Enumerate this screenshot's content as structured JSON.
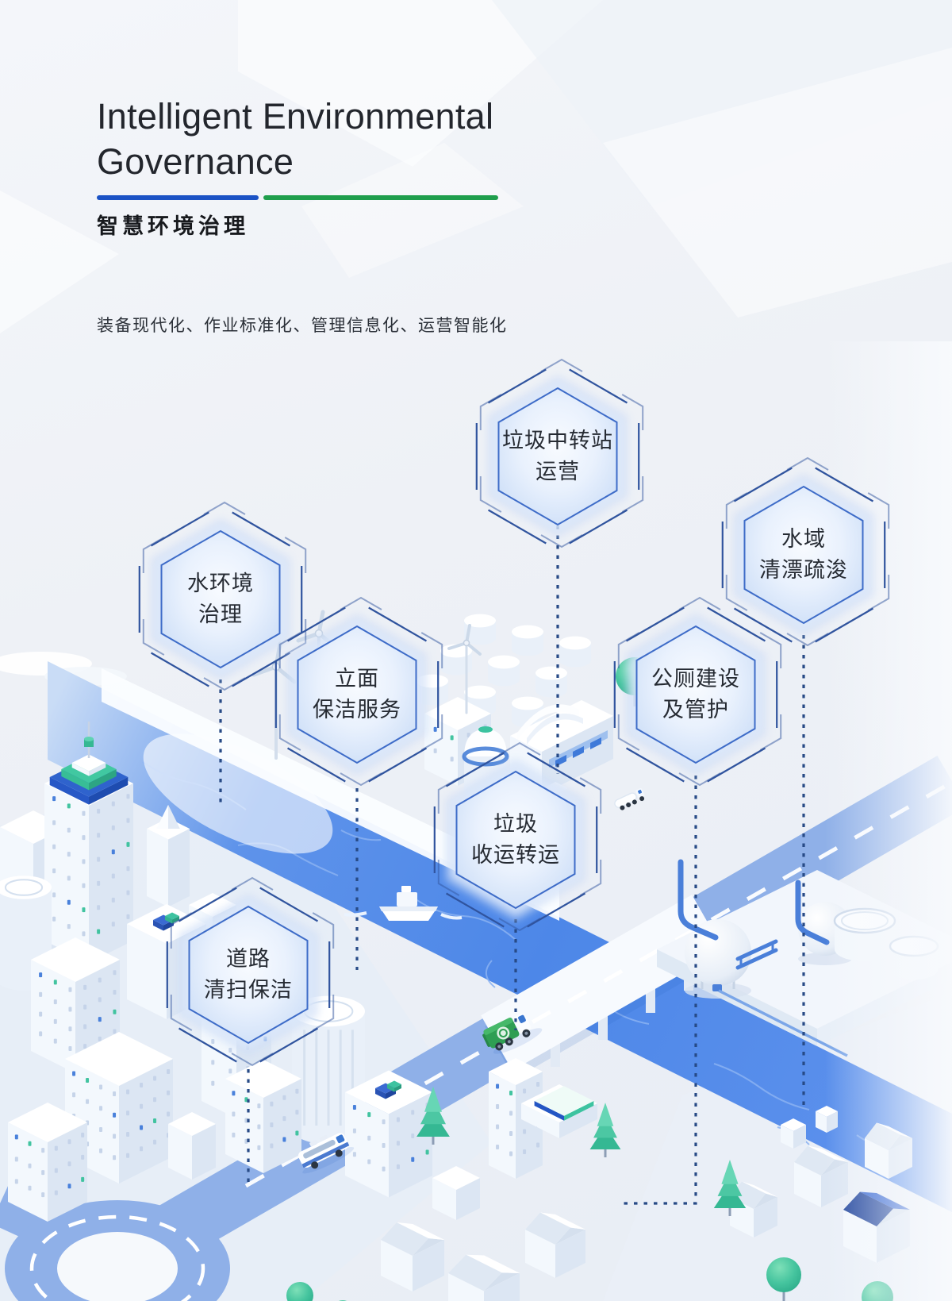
{
  "header": {
    "title_line1": "Intelligent Environmental",
    "title_line2": "Governance",
    "subtitle_cn": "智慧环境治理",
    "tagline": "装备现代化、作业标准化、管理信息化、运营智能化"
  },
  "badges": [
    {
      "id": "waste-transfer-station-operation",
      "line1": "垃圾中转站",
      "line2": "运营"
    },
    {
      "id": "water-area-cleaning-dredging",
      "line1": "水域",
      "line2": "清漂疏浚"
    },
    {
      "id": "water-environment-treatment",
      "line1": "水环境",
      "line2": "治理"
    },
    {
      "id": "facade-cleaning-service",
      "line1": "立面",
      "line2": "保洁服务"
    },
    {
      "id": "public-toilet-construction-maintenance",
      "line1": "公厕建设",
      "line2": "及管护"
    },
    {
      "id": "waste-collection-transfer",
      "line1": "垃圾",
      "line2": "收运转运"
    },
    {
      "id": "road-sweeping-cleaning",
      "line1": "道路",
      "line2": "清扫保洁"
    }
  ],
  "colors": {
    "accent_blue": "#1b52c5",
    "accent_green": "#1f9e4c",
    "hex_border": "#3e6cc8",
    "connector_navy": "#274a86",
    "river_blue": "#4d87e8",
    "road_blue": "#8fb0e8",
    "truck_green": "#2f9e53"
  }
}
